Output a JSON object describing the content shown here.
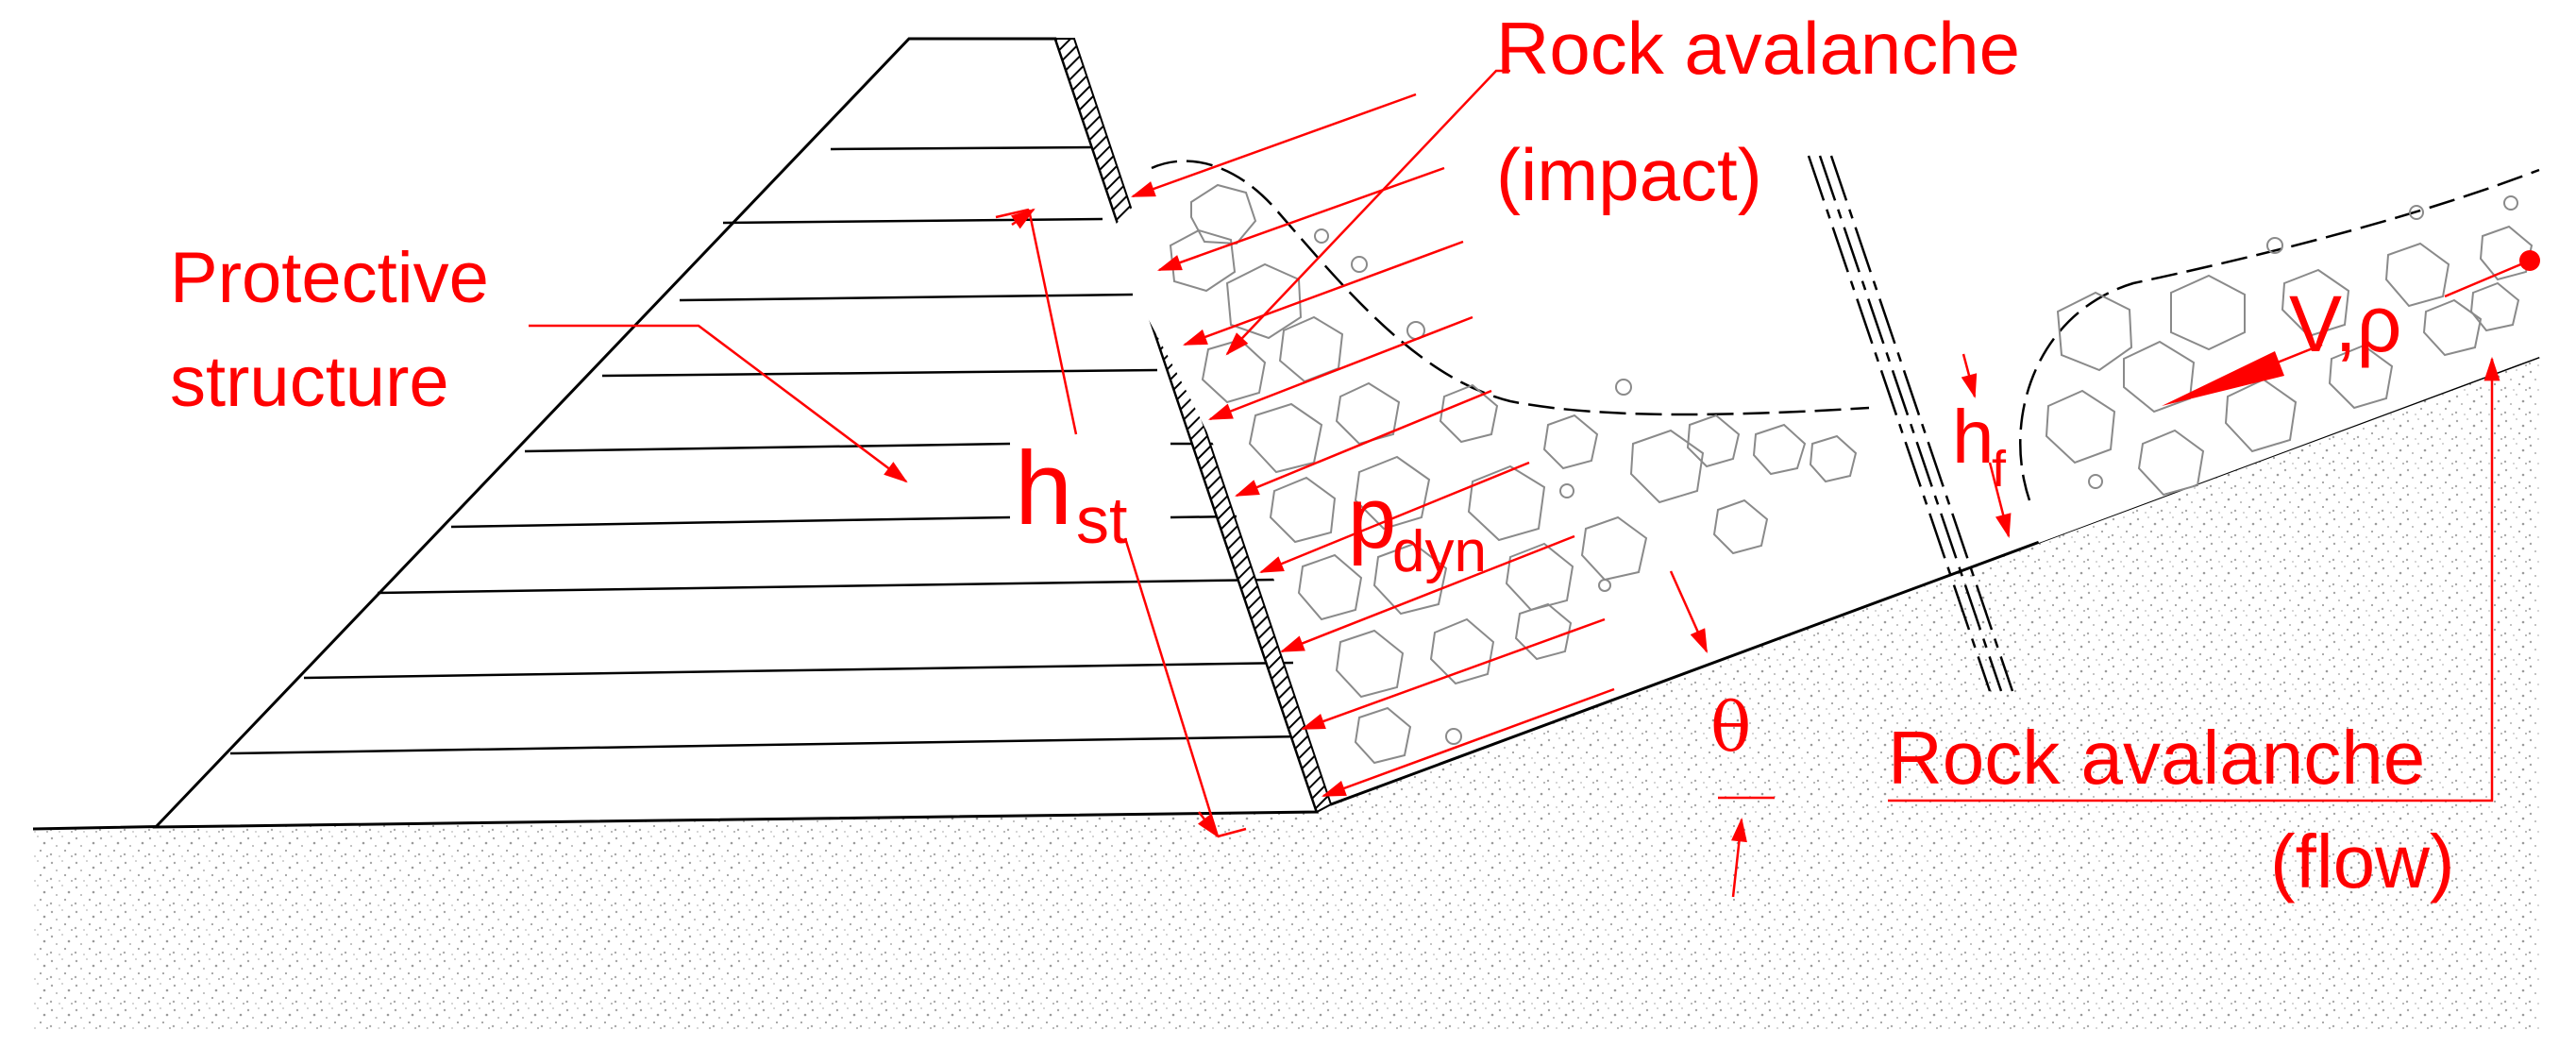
{
  "labels": {
    "protective_line1": "Protective",
    "protective_line2": "structure",
    "impact_line1": "Rock avalanche",
    "impact_line2": "(impact)",
    "flow_line1": "Rock avalanche",
    "flow_line2": "(flow)",
    "hst_main": "h",
    "hst_sub": "st",
    "pdyn_main": "p",
    "pdyn_sub": "dyn",
    "hf_main": "h",
    "hf_sub": "f",
    "theta": "θ",
    "velocity_density": "V,ρ"
  },
  "colors": {
    "annotation": "#ff0000",
    "structure": "#000000",
    "rocks": "#8a8a8a",
    "ground_dots": "#9a9a9a"
  }
}
